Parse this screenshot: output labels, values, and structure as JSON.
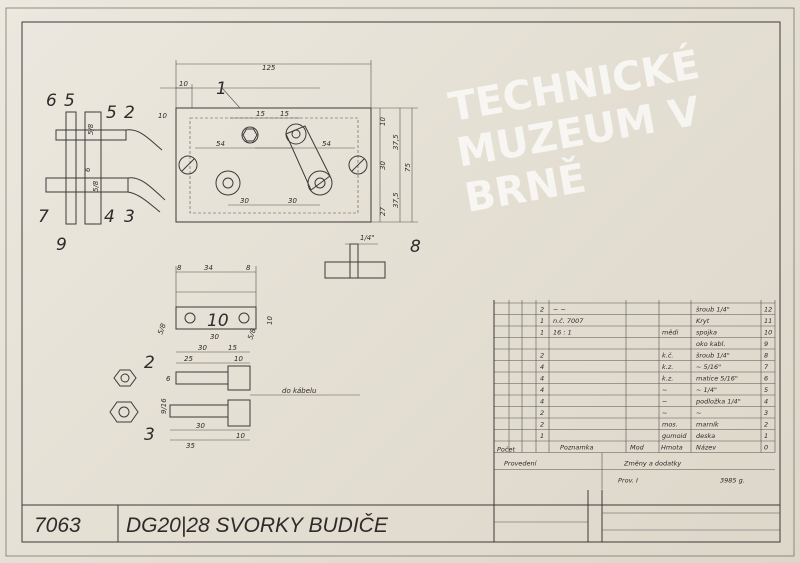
{
  "drawing": {
    "number": "7063",
    "title": "DG20|28  SVORKY BUDIČE",
    "watermark": "TECHNICKÉ MUZEUM V BRNĚ",
    "part_labels": [
      "1",
      "6",
      "5",
      "5",
      "2",
      "7",
      "4",
      "3",
      "9",
      "8",
      "10",
      "2",
      "3"
    ],
    "dimensions": {
      "top_view": [
        "125",
        "10",
        "15",
        "15",
        "54",
        "54",
        "30",
        "30",
        "10",
        "37,5",
        "75",
        "30",
        "37,5",
        "27",
        "10"
      ],
      "side_view": [
        "5/8",
        "6",
        "5/8"
      ],
      "detail_8": [
        "1/4\"",
        "8"
      ],
      "detail_10": [
        "8",
        "34",
        "8",
        "5/8",
        "30",
        "5/8",
        "10"
      ],
      "detail_2_3": [
        "30",
        "25",
        "15",
        "10",
        "6",
        "35",
        "30",
        "10",
        "9/16"
      ]
    },
    "note_cable": "do kábelu"
  },
  "parts_list": {
    "rows": [
      {
        "qty": "2",
        "note": "~  ~",
        "mat": "",
        "name": "šroub 1/4\"",
        "pos": "12"
      },
      {
        "qty": "1",
        "note": "n.č. 7007",
        "mat": "",
        "name": "Kryt",
        "pos": "11"
      },
      {
        "qty": "1",
        "note": "16 : 1",
        "mat": "mědi",
        "name": "spojka",
        "pos": "10"
      },
      {
        "qty": "",
        "note": "",
        "mat": "",
        "name": "oko kabl.",
        "pos": "9"
      },
      {
        "qty": "2",
        "note": "",
        "mat": "k.č.",
        "name": "šroub 1/4\"",
        "pos": "8"
      },
      {
        "qty": "4",
        "note": "",
        "mat": "k.z.",
        "name": "~   5/16\"",
        "pos": "7"
      },
      {
        "qty": "4",
        "note": "",
        "mat": "k.z.",
        "name": "matice 5/16\"",
        "pos": "6"
      },
      {
        "qty": "4",
        "note": "",
        "mat": "~",
        "name": "~   1/4\"",
        "pos": "5"
      },
      {
        "qty": "4",
        "note": "",
        "mat": "~",
        "name": "podložka 1/4\"",
        "pos": "4"
      },
      {
        "qty": "2",
        "note": "",
        "mat": "~",
        "name": "~",
        "pos": "3"
      },
      {
        "qty": "2",
        "note": "",
        "mat": "mos.",
        "name": "marník",
        "pos": "2"
      },
      {
        "qty": "1",
        "note": "",
        "mat": "gumoid",
        "name": "deska",
        "pos": "1"
      }
    ],
    "header": {
      "qty": "Počet",
      "note": "Poznamka",
      "mod": "Mod",
      "mat": "Hmota",
      "name": "Název",
      "pos": "0"
    },
    "provedeni": "Provedení",
    "zmeny": "Změny a dodatky",
    "prov": "Prov. I",
    "year": "3985 g."
  }
}
